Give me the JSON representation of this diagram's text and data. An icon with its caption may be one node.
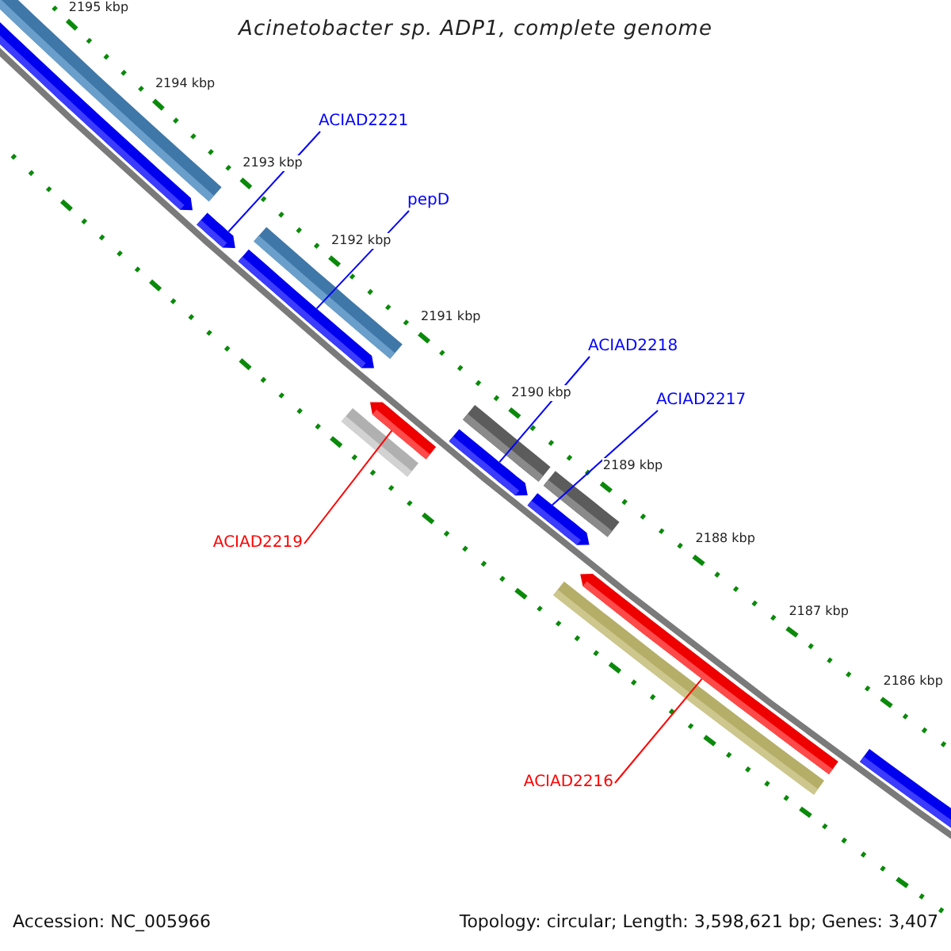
{
  "diagram": {
    "title": "Acinetobacter sp. ADP1, complete genome",
    "nodes": [
      {
        "text": [
          "ACIAD2221"
        ]
      },
      {
        "text": [
          "pepD"
        ]
      },
      {
        "text": [
          "ACIAD2218"
        ]
      },
      {
        "text": [
          "ACIAD2217"
        ]
      },
      {
        "text": [
          "ACIAD2219"
        ]
      },
      {
        "text": [
          "ACIAD2216"
        ]
      },
      {
        "text": [],
        "shape": "bar"
      },
      {
        "text": [],
        "shape": "bar"
      },
      {
        "text": [],
        "shape": "bar"
      },
      {
        "text": [],
        "shape": "bar"
      },
      {
        "text": [],
        "shape": "bar"
      },
      {
        "text": [],
        "shape": "bar"
      }
    ],
    "edges": [
      {
        "from": 0,
        "to": 6,
        "arrow": "none"
      },
      {
        "from": 1,
        "to": 7,
        "arrow": "none"
      },
      {
        "from": 2,
        "to": 9,
        "arrow": "none"
      },
      {
        "from": 3,
        "to": 10,
        "arrow": "none"
      },
      {
        "from": 4,
        "to": 8,
        "arrow": "none",
        "color": "#ff0000"
      },
      {
        "from": 5,
        "to": 11,
        "arrow": "none",
        "color": "#ff0000"
      }
    ],
    "labels": [
      "2195 kbp",
      "2194 kbp",
      "2193 kbp",
      "2192 kbp",
      "2191 kbp",
      "2190 kbp",
      "2189 kbp",
      "2188 kbp",
      "2187 kbp",
      "2186 kbp",
      "Accession: NC_005966",
      "Topology: circular; Length: 3,598,621 bp; Genes: 3,407"
    ]
  }
}
